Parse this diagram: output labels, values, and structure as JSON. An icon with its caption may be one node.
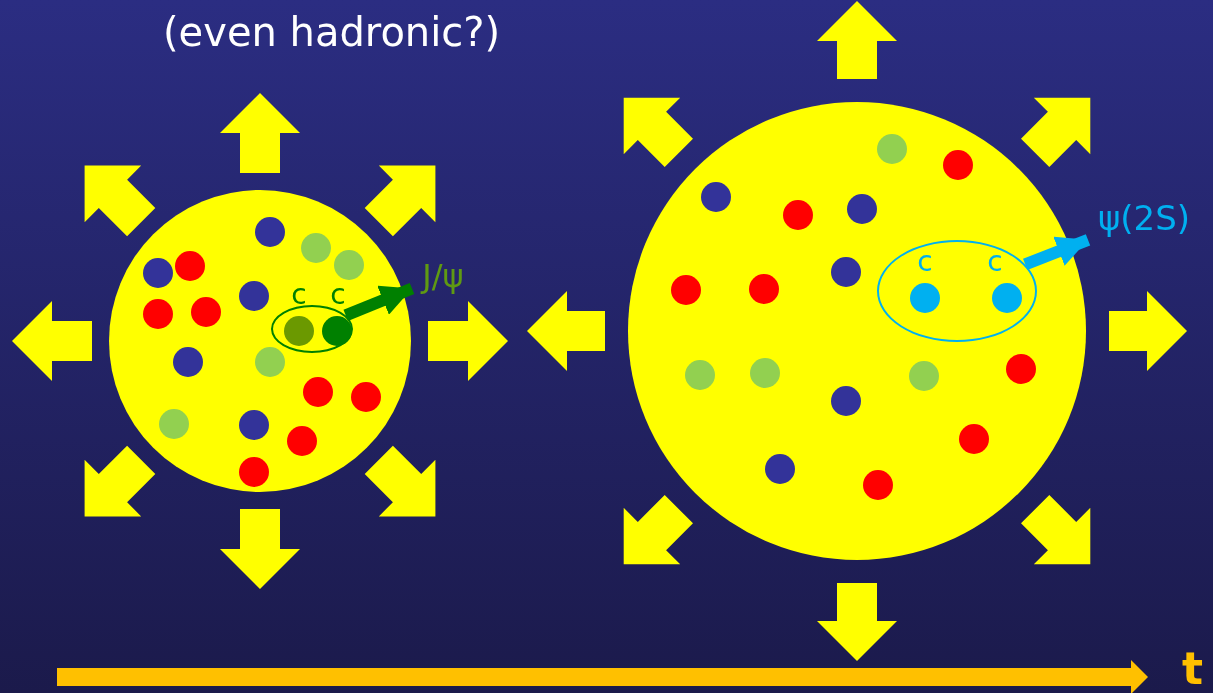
{
  "diagram": {
    "title": "(even hadronic?)",
    "nodes": [
      {
        "text": [],
        "shape": "circle"
      },
      {
        "text": [
          "c",
          "c"
        ],
        "in": 0
      },
      {
        "text": [
          "J/ψ"
        ]
      },
      {
        "text": [],
        "shape": "circle"
      },
      {
        "text": [
          "c",
          "c"
        ],
        "in": 3
      },
      {
        "text": [
          "ψ(2S)"
        ]
      }
    ],
    "edges": [
      {
        "from": 1,
        "to": 2,
        "arrow": "to",
        "color": "#008000"
      },
      {
        "from": 4,
        "to": 5,
        "arrow": "to",
        "color": "#00b0f0"
      }
    ],
    "labels": [
      "t"
    ]
  }
}
